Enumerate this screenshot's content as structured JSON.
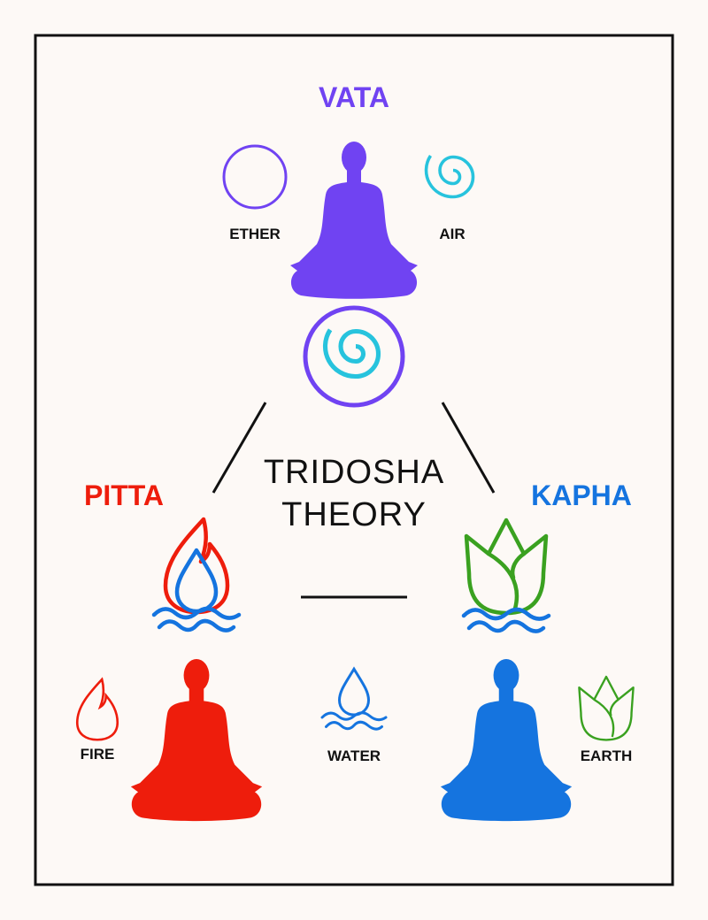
{
  "title": {
    "line1": "TRIDOSHA",
    "line2": "THEORY"
  },
  "doshas": {
    "vata": {
      "name": "VATA",
      "color": "#7043f2"
    },
    "pitta": {
      "name": "PITTA",
      "color": "#ee1d0c"
    },
    "kapha": {
      "name": "KAPHA",
      "color": "#1574df"
    }
  },
  "elements": {
    "ether": {
      "label": "ETHER",
      "icon": "circle-icon"
    },
    "air": {
      "label": "AIR",
      "icon": "spiral-icon"
    },
    "fire": {
      "label": "FIRE",
      "icon": "flame-icon"
    },
    "water": {
      "label": "WATER",
      "icon": "water-drop-icon"
    },
    "earth": {
      "label": "EARTH",
      "icon": "lotus-icon"
    }
  },
  "colors": {
    "cyan": "#27c3dd",
    "green": "#3aa120",
    "background": "#fdf9f6",
    "ink": "#111111"
  }
}
